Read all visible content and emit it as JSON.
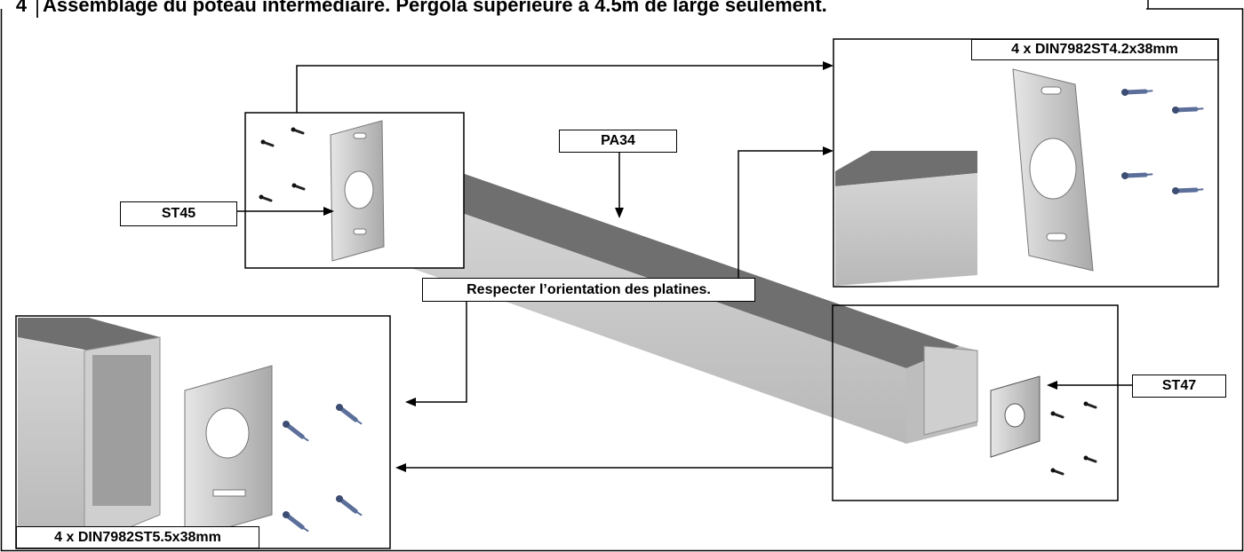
{
  "title": {
    "step_number": "4",
    "text": "Assemblage du poteau intermédiaire. Pergola supérieure à 4.5m de large seulement."
  },
  "labels": {
    "st45": "ST45",
    "pa34": "PA34",
    "st47": "ST47",
    "screws_top": "4 x DIN7982ST4.2x38mm",
    "screws_bottom": "4 x DIN7982ST5.5x38mm",
    "orientation_note": "Respecter l’orientation des platines."
  },
  "colors": {
    "screw": "#5b6f9a",
    "beam_top": "#6f6f6f",
    "beam_side": "#c8c8c8",
    "beam_front": "#bdbdbd",
    "plate": "#d4d4d4"
  }
}
